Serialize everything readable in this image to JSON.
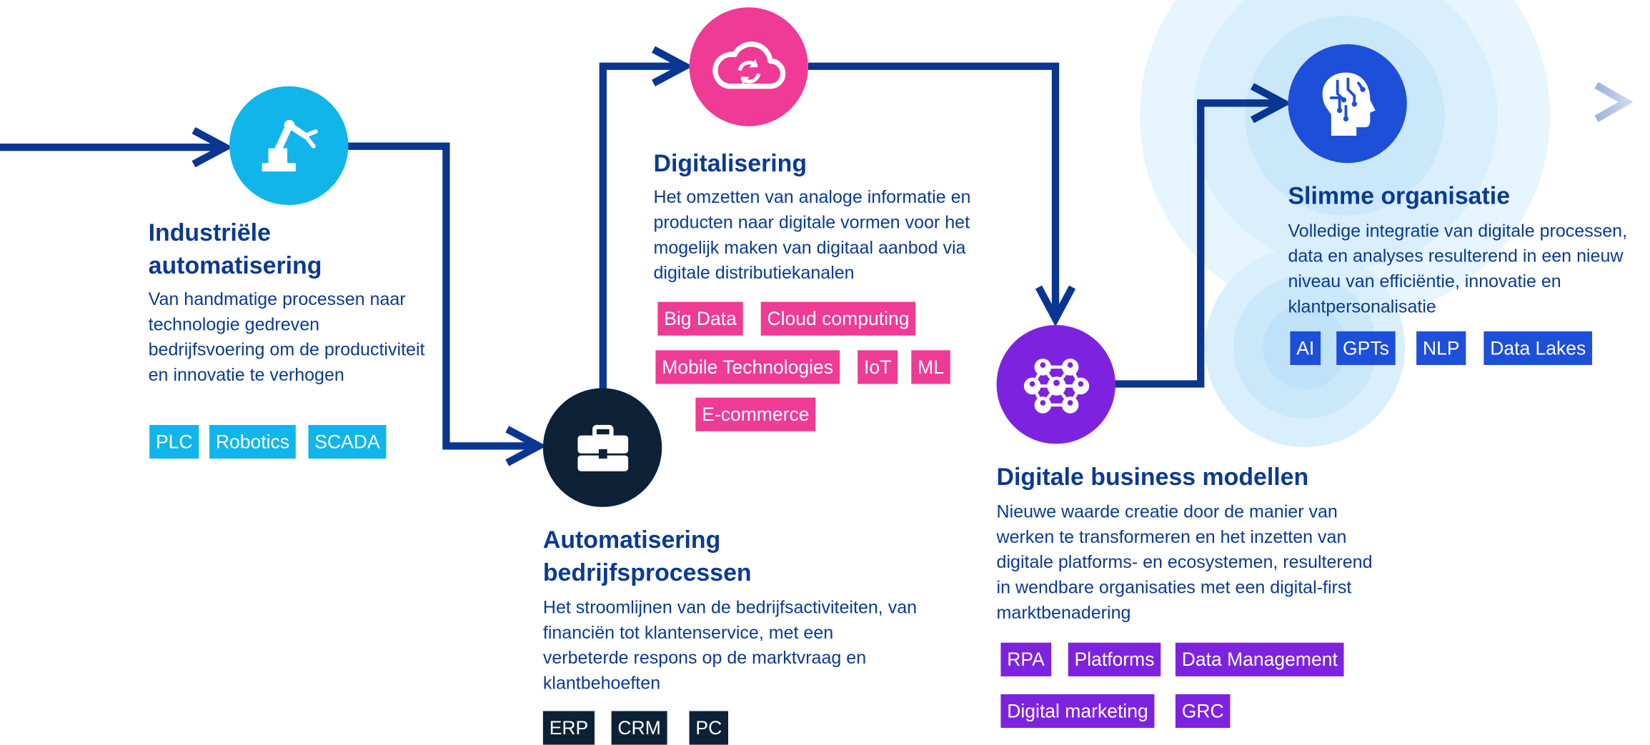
{
  "colors": {
    "flow": "#0a3591",
    "industrial": "#12b5ea",
    "digitalisation": "#ef3a96",
    "business_process": "#0d2137",
    "business_models": "#7d23e0",
    "smart_org": "#1e4fd8"
  },
  "stages": [
    {
      "icon": "robot-arm-icon",
      "title": "Industriële automatisering",
      "description": "Van handmatige processen naar technologie gedreven bedrijfsvoering om de productiviteit en innovatie te verhogen",
      "tags": [
        "PLC",
        "Robotics",
        "SCADA"
      ]
    },
    {
      "icon": "briefcase-icon",
      "title": "Automatisering bedrijfsprocessen",
      "description": "Het stroomlijnen van de bedrijfsactiviteiten, van financiën tot klantenservice, met een verbeterde respons op de marktvraag en klantbehoeften",
      "tags": [
        "ERP",
        "CRM",
        "PC"
      ]
    },
    {
      "icon": "cloud-sync-icon",
      "title": "Digitalisering",
      "description": "Het omzetten van analoge informatie en producten naar digitale vormen voor het mogelijk maken van digitaal aanbod via digitale distributiekanalen",
      "tags": [
        "Big Data",
        "Cloud computing",
        "Mobile Technologies",
        "IoT",
        "ML",
        "E-commerce"
      ]
    },
    {
      "icon": "network-people-icon",
      "title": "Digitale business modellen",
      "description": "Nieuwe waarde creatie door de manier van werken te transformeren en het inzetten van digitale platforms- en ecosystemen, resulterend in wendbare organisaties met een digital-first marktbenadering",
      "tags": [
        "RPA",
        "Platforms",
        "Data Management",
        "Digital marketing",
        "GRC"
      ]
    },
    {
      "icon": "brain-head-icon",
      "title": "Slimme organisatie",
      "description": "Volledige integratie van digitale processen, data en analyses resulterend in een nieuw niveau van efficiëntie, innovatie en klantpersonalisatie",
      "tags": [
        "AI",
        "GPTs",
        "NLP",
        "Data Lakes"
      ]
    }
  ]
}
